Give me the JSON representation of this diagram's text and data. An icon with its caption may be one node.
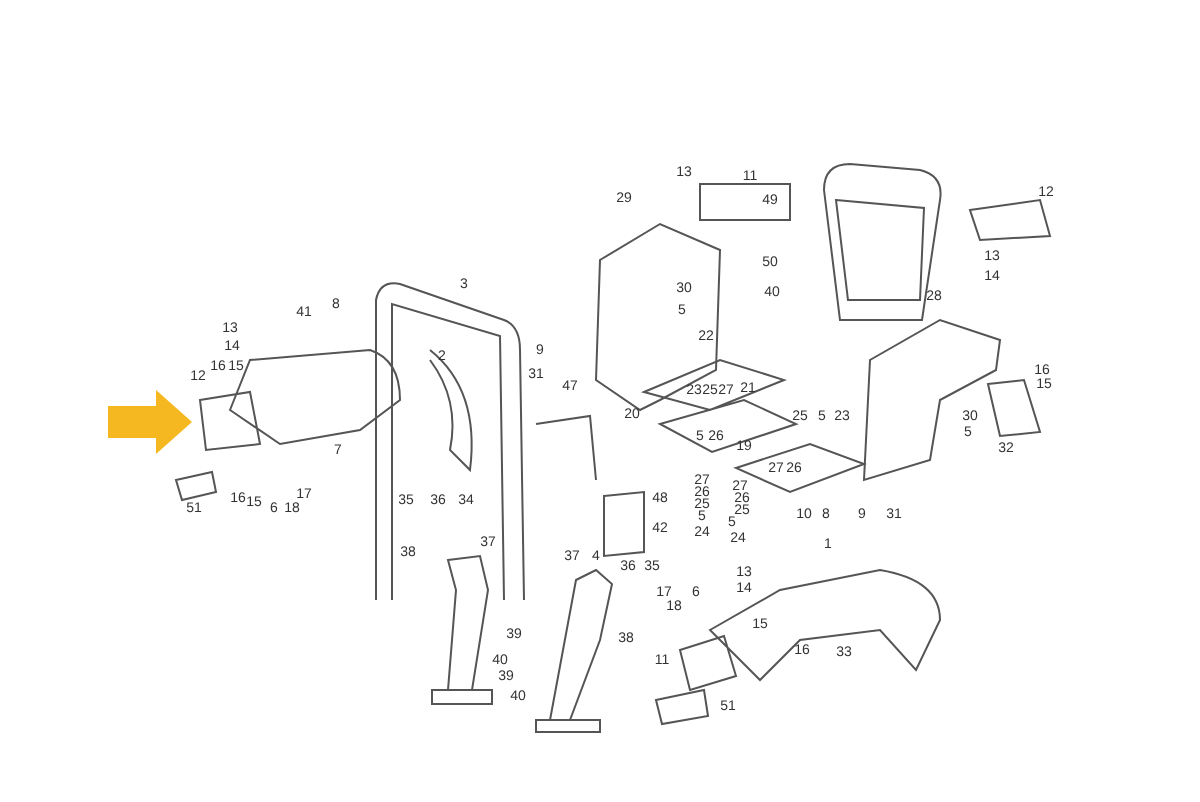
{
  "diagram": {
    "labels": [
      "13",
      "11",
      "29",
      "49",
      "12",
      "50",
      "40",
      "13",
      "14",
      "30",
      "5",
      "28",
      "22",
      "16",
      "15",
      "23",
      "25",
      "27",
      "21",
      "20",
      "25",
      "5",
      "23",
      "5",
      "26",
      "19",
      "30",
      "5",
      "32",
      "27",
      "26",
      "48",
      "27",
      "26",
      "25",
      "5",
      "24",
      "27",
      "26",
      "25",
      "5",
      "24",
      "10",
      "8",
      "9",
      "31",
      "42",
      "41",
      "8",
      "3",
      "13",
      "14",
      "2",
      "9",
      "16",
      "15",
      "12",
      "31",
      "47",
      "7",
      "51",
      "16",
      "15",
      "6",
      "18",
      "17",
      "35",
      "36",
      "34",
      "37",
      "38",
      "37",
      "4",
      "36",
      "35",
      "1",
      "13",
      "14",
      "17",
      "6",
      "18",
      "39",
      "38",
      "15",
      "40",
      "11",
      "16",
      "33",
      "39",
      "40",
      "51"
    ]
  }
}
